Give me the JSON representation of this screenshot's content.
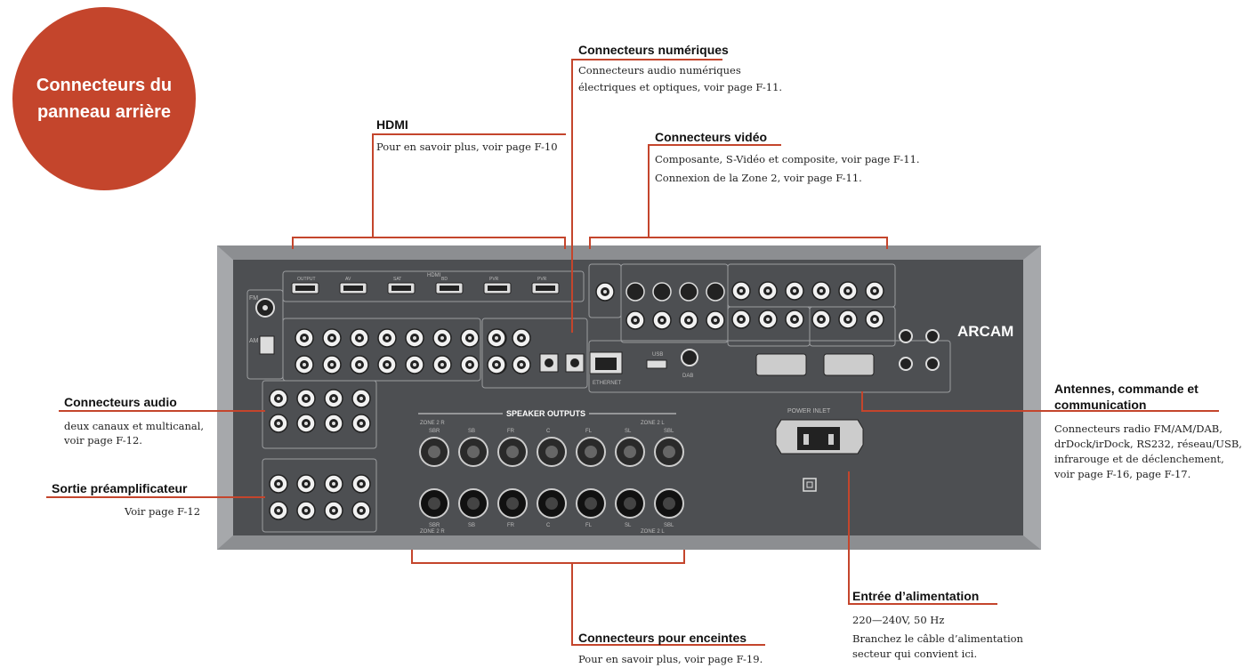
{
  "badge": {
    "line1": "Connecteurs du",
    "line2": "panneau arrière"
  },
  "callouts": {
    "numeriques": {
      "title": "Connecteurs numériques",
      "line1": "Connecteurs audio numériques",
      "line2": "électriques et optiques, voir page F-11."
    },
    "hdmi": {
      "title": "HDMI",
      "line1": "Pour en savoir plus, voir page F-10"
    },
    "video": {
      "title": "Connecteurs vidéo",
      "line1": "Composante, S-Vidéo et composite, voir page F-11.",
      "line2": "Connexion de la Zone 2, voir page F-11."
    },
    "audio": {
      "title": "Connecteurs audio",
      "line1": "deux canaux et multicanal,",
      "line2": "voir page F-12."
    },
    "preamp": {
      "title": "Sortie préamplificateur",
      "line1": "Voir page F-12"
    },
    "antennes": {
      "title1": "Antennes, commande et",
      "title2": "communication",
      "line1": "Connecteurs radio FM/AM/DAB,",
      "line2": "drDock/irDock, RS232, réseau/USB,",
      "line3": "infrarouge et de déclenchement,",
      "line4": "voir page F-16, page F-17."
    },
    "alimentation": {
      "title": "Entrée d’alimentation",
      "line1": "220—240V, 50 Hz",
      "line2": "Branchez le câble d’alimentation",
      "line3": "secteur qui convient ici."
    },
    "enceintes": {
      "title": "Connecteurs pour enceintes",
      "line1": "Pour en savoir plus, voir page F-19."
    }
  },
  "panel": {
    "brand": "ARCAM",
    "hdmi_header": "HDMI",
    "hdmi_ports": [
      "OUTPUT",
      "AV",
      "SAT",
      "BD",
      "PVR",
      "PVR"
    ],
    "speaker_outputs": "SPEAKER OUTPUTS",
    "zone2r": "ZONE 2 R",
    "zone2l": "ZONE 2 L",
    "speaker_top": [
      "SBR",
      "SB",
      "FR",
      "C",
      "FL",
      "SL",
      "SBL"
    ],
    "speaker_bottom": [
      "SBR",
      "SB",
      "FR",
      "C",
      "FL",
      "SL",
      "SBL"
    ],
    "power_inlet": "POWER INLET",
    "ethernet": "ETHERNET",
    "usb": "USB",
    "dab": "DAB",
    "fm": "FM",
    "am": "AM"
  },
  "colors": {
    "accent": "#c4452c",
    "panel": "#4d4f52",
    "bevel": "#8c8e91"
  }
}
